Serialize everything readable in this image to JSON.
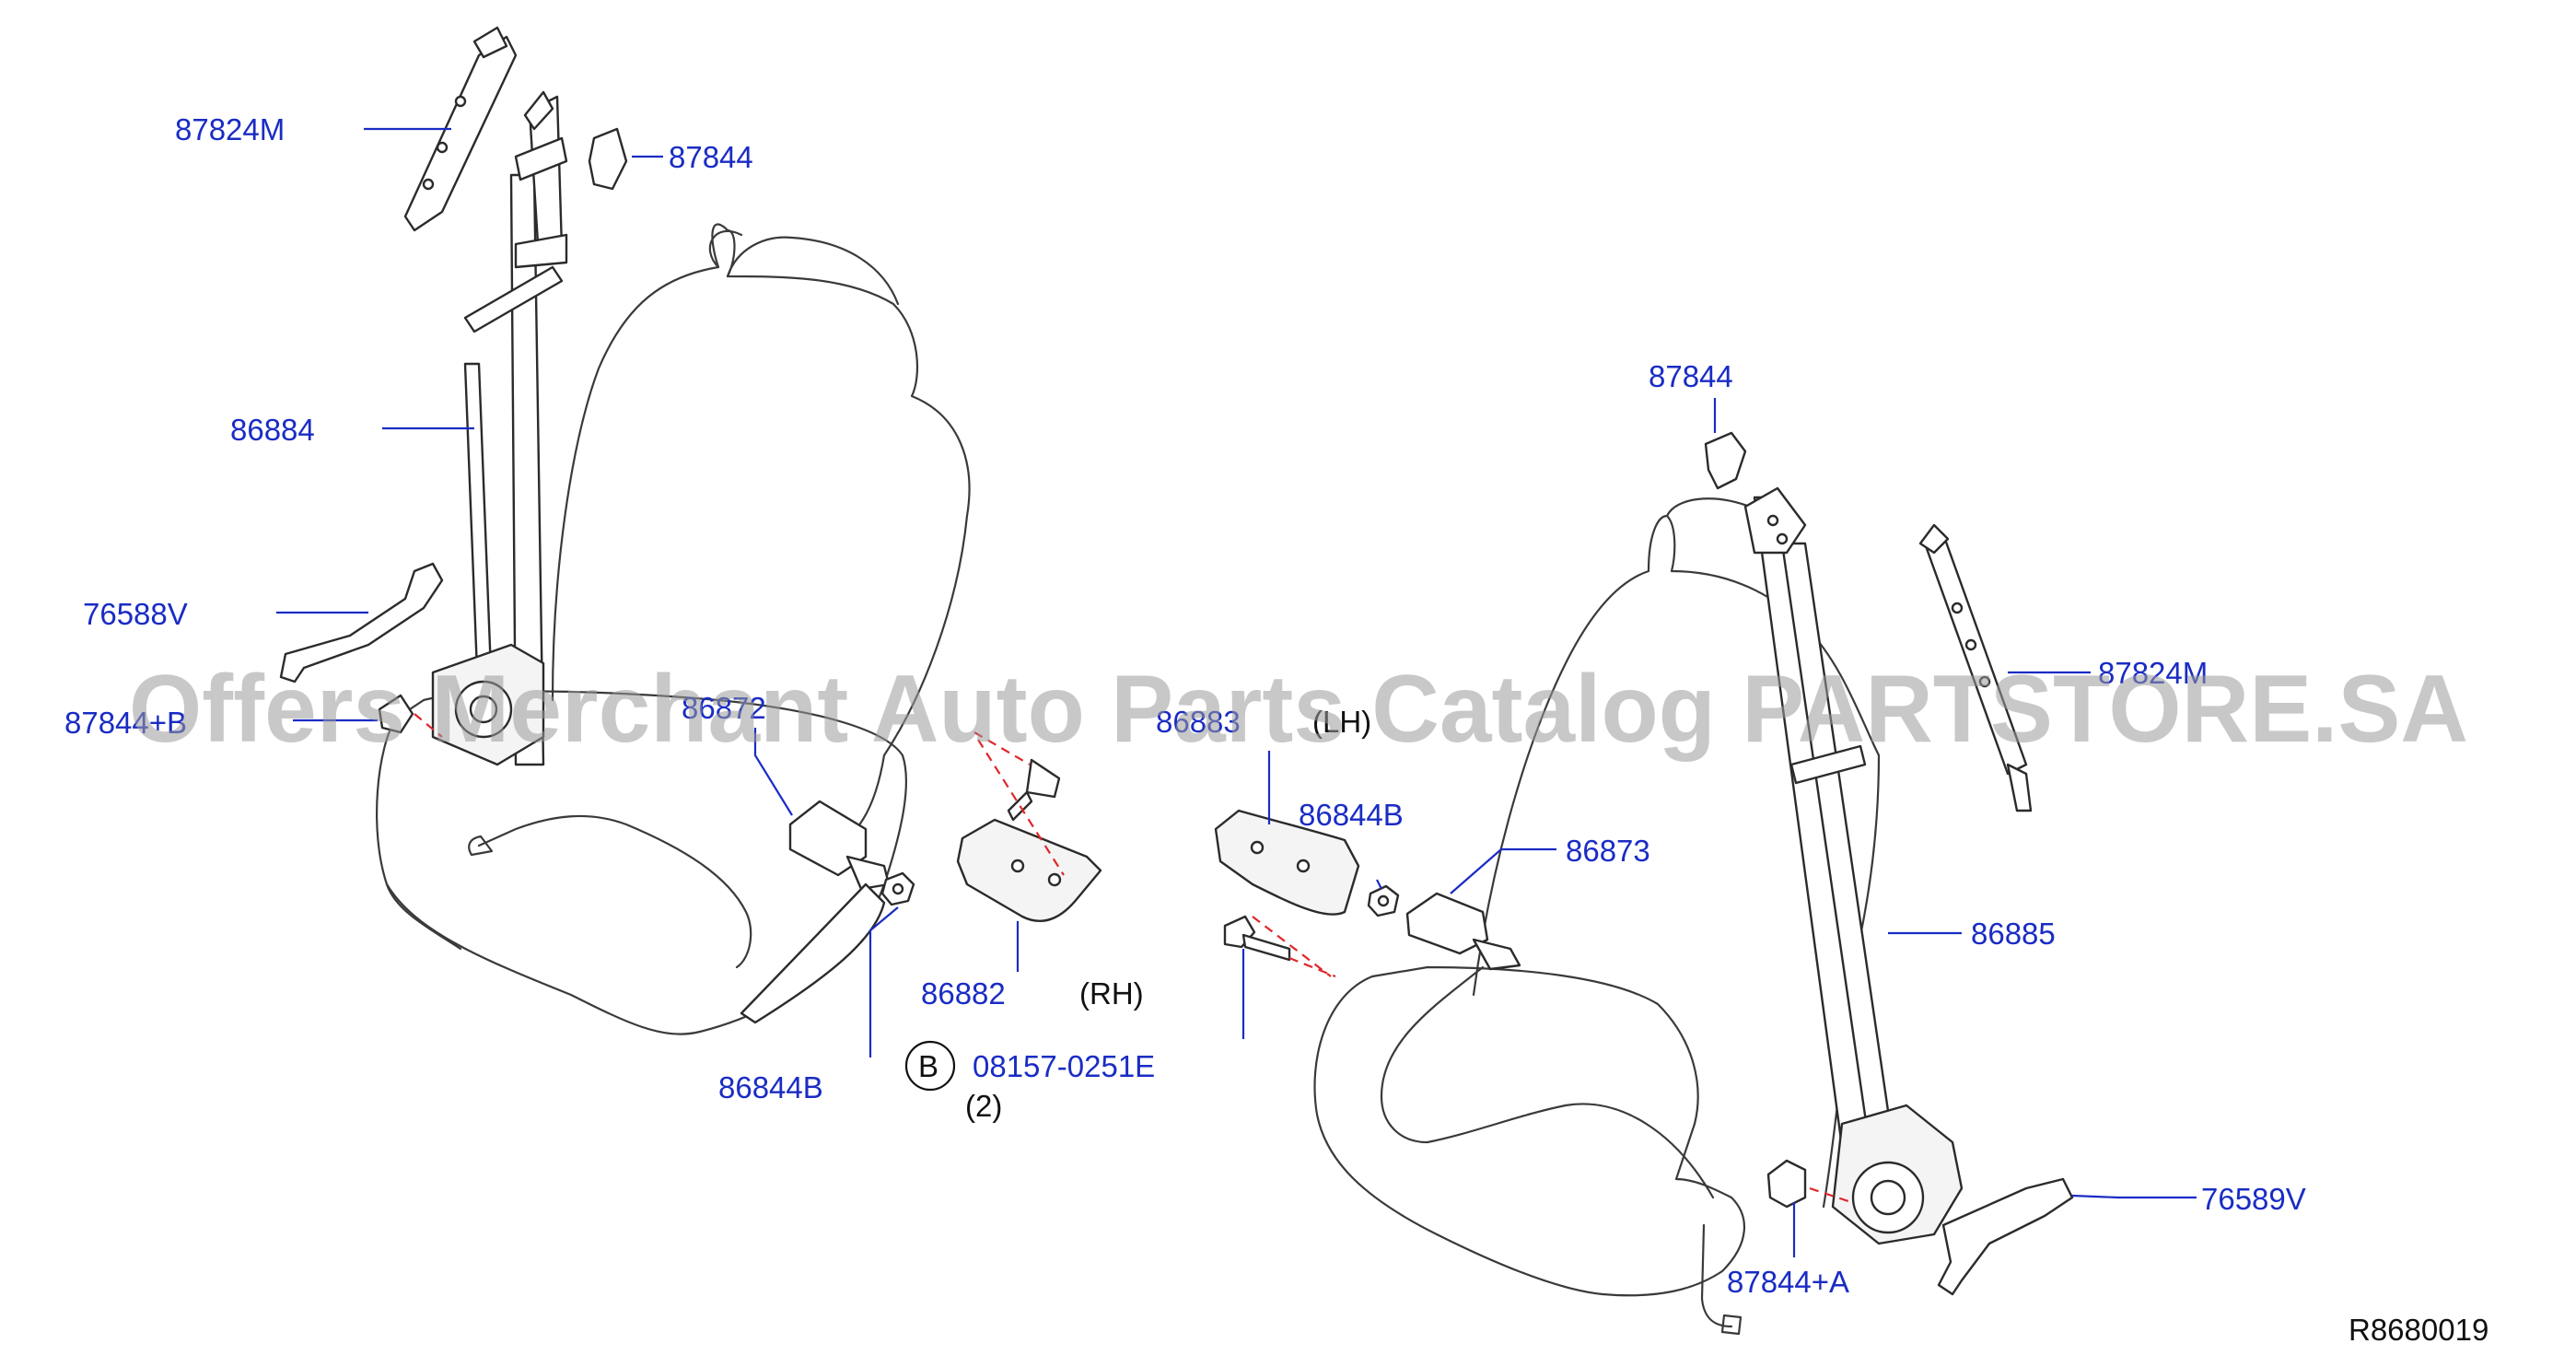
{
  "callouts": {
    "p87824m_left": "87824M",
    "p87844_top_left": "87844",
    "p86884": "86884",
    "p76588v": "76588V",
    "p87844b": "87844+B",
    "p86872": "86872",
    "p86844b_left": "86844B",
    "p86882": "86882",
    "p08157": "08157-0251E",
    "p86883": "86883",
    "p86844b_right": "86844B",
    "p86873": "86873",
    "p87844_top_right": "87844",
    "p87824m_right": "87824M",
    "p86885": "86885",
    "p76589v": "76589V",
    "p87844a": "87844+A"
  },
  "notes": {
    "rh": "(RH)",
    "lh": "(LH)",
    "qty": "(2)",
    "circle_b": "B"
  },
  "diagram_code": "R8680019",
  "watermark": "Offers Merchant Auto Parts Catalog PARTSTORE.SA",
  "colors": {
    "callout": "#1a2cc4",
    "outline": "#2b2b2b",
    "guide_dash": "#e0262a",
    "watermark": "#9a9a9a"
  }
}
